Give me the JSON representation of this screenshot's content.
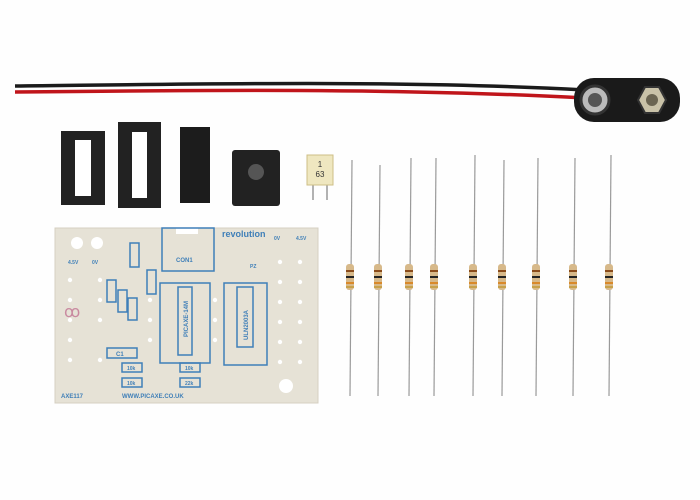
{
  "pcb": {
    "brand": "revolution",
    "connector": "CON1",
    "chip1": "PICAXE-14M",
    "chip2": "ULN2003A",
    "board_id": "AXE117",
    "website": "WWW.PICAXE.CO.UK",
    "cap_label": "C1",
    "res_10k": "10k",
    "res_22k": "22k",
    "v_plus": "4.5V",
    "v_zero": "0V",
    "piezo": "PZ"
  },
  "capacitor": {
    "line1": "1",
    "line2": "63"
  },
  "colors": {
    "pcb_blue": "#3f7fb8",
    "wire_red": "#c0151b",
    "wire_black": "#1b1b1b"
  }
}
